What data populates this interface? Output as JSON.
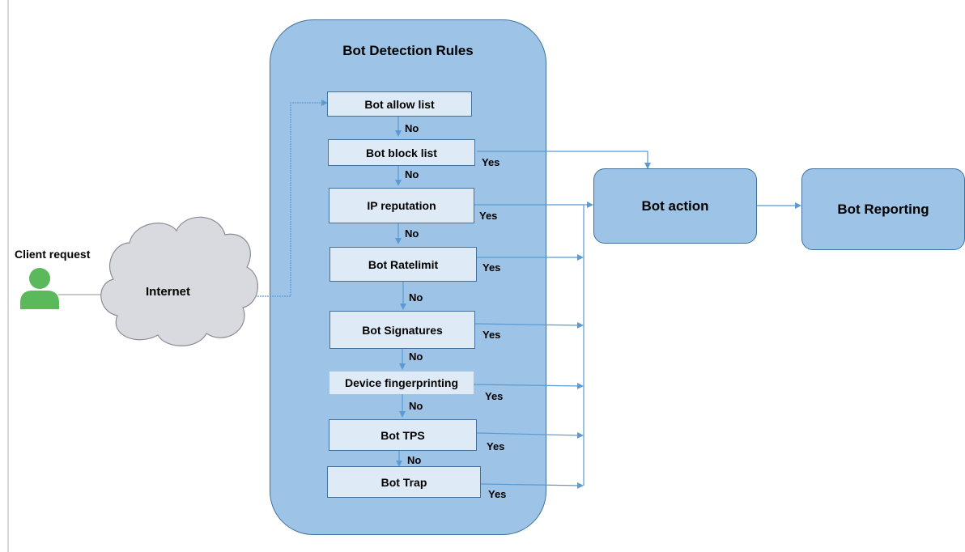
{
  "title": "Bot Detection Rules",
  "client": {
    "label": "Client request"
  },
  "internet": {
    "label": "Internet"
  },
  "rules": [
    {
      "label": "Bot allow list"
    },
    {
      "label": "Bot block list"
    },
    {
      "label": "IP reputation"
    },
    {
      "label": "Bot Ratelimit"
    },
    {
      "label": "Bot Signatures"
    },
    {
      "label": "Device fingerprinting"
    },
    {
      "label": "Bot TPS"
    },
    {
      "label": "Bot Trap"
    }
  ],
  "no_labels": [
    "No",
    "No",
    "No",
    "No",
    "No",
    "No",
    "No"
  ],
  "yes_labels": [
    "Yes",
    "Yes",
    "Yes",
    "Yes",
    "Yes",
    "Yes",
    "Yes"
  ],
  "bot_action": {
    "label": "Bot action"
  },
  "bot_reporting": {
    "label": "Bot Reporting"
  },
  "colors": {
    "container_fill": "#9dc3e6",
    "rule_fill": "#deebf7",
    "outline": "#41719c",
    "connector": "#5b9bd5",
    "user_icon": "#5bb85b",
    "cloud_fill": "#d9d9e0"
  }
}
